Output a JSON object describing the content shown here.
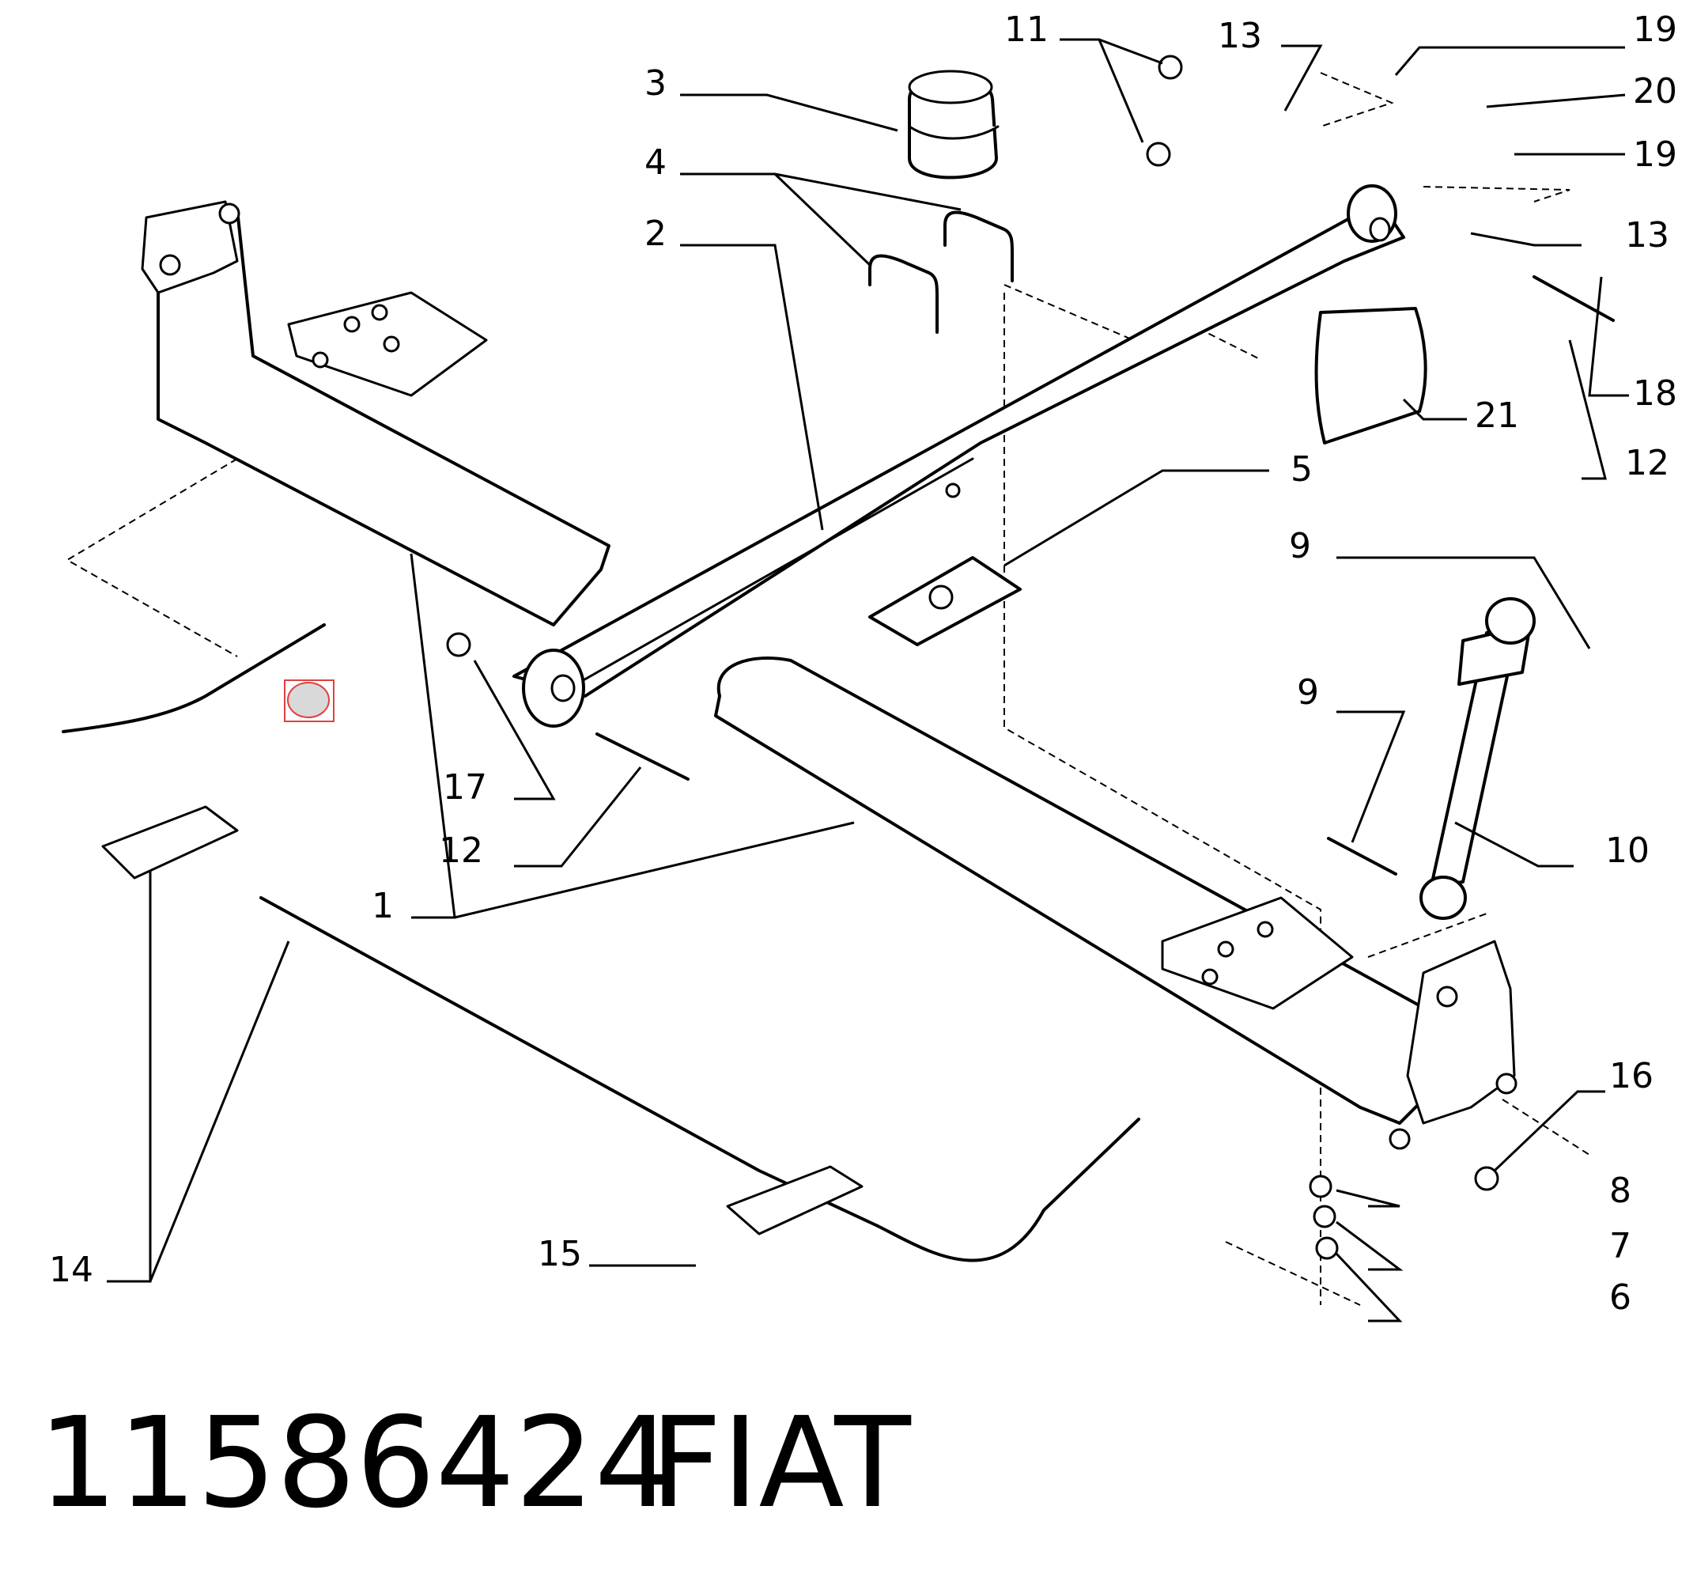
{
  "labels": {
    "l1": "1",
    "l2": "2",
    "l3": "3",
    "l4": "4",
    "l5": "5",
    "l6": "6",
    "l7": "7",
    "l8": "8",
    "l9a": "9",
    "l9b": "9",
    "l10": "10",
    "l11": "11",
    "l12a": "12",
    "l12b": "12",
    "l13a": "13",
    "l13b": "13",
    "l14": "14",
    "l15": "15",
    "l16": "16",
    "l17": "17",
    "l18": "18",
    "l19a": "19",
    "l19b": "19",
    "l20": "20",
    "l21": "21"
  },
  "highlight_color": "#e04040",
  "footer": {
    "part_number": "11586424",
    "brand": "FIAT"
  }
}
